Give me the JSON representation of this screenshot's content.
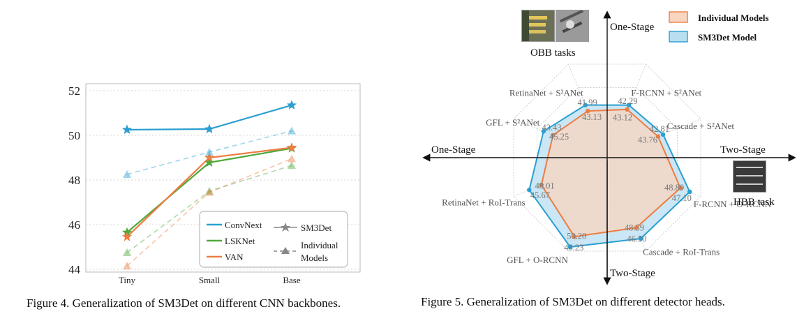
{
  "figure4": {
    "caption": "Figure 4. Generalization of SM3Det on different CNN backbones.",
    "legend": {
      "convnext": "ConvNext",
      "lsknet": "LSKNet",
      "van": "VAN",
      "sm3det": "SM3Det",
      "individual": "Individual Models",
      "individual_l1": "Individual",
      "individual_l2": "Models"
    },
    "chart_data": {
      "type": "line",
      "categories": [
        "Tiny",
        "Small",
        "Base"
      ],
      "ylim": [
        44,
        52
      ],
      "yticks": [
        44,
        46,
        48,
        50,
        52
      ],
      "colors": {
        "ConvNext": "#2a9fd0",
        "LSKNet": "#4ea83a",
        "VAN": "#ed7d41"
      },
      "series": [
        {
          "name": "ConvNext",
          "style": "SM3Det",
          "values": [
            50.25,
            50.28,
            51.35
          ]
        },
        {
          "name": "LSKNet",
          "style": "SM3Det",
          "values": [
            45.65,
            48.78,
            49.42
          ]
        },
        {
          "name": "VAN",
          "style": "SM3Det",
          "values": [
            45.45,
            49.0,
            49.45
          ]
        },
        {
          "name": "ConvNext",
          "style": "Individual Models",
          "values": [
            48.25,
            49.25,
            50.2
          ]
        },
        {
          "name": "LSKNet",
          "style": "Individual Models",
          "values": [
            44.75,
            47.5,
            48.65
          ]
        },
        {
          "name": "VAN",
          "style": "Individual Models",
          "values": [
            44.15,
            47.45,
            48.95
          ]
        }
      ],
      "grid": true,
      "legend_position": "bottom-right"
    }
  },
  "figure5": {
    "caption": "Figure 5. Generalization of SM3Det on different detector heads.",
    "legend": {
      "individual": "Individual Models",
      "sm3det": "SM3Det Model"
    },
    "axis_labels": {
      "top": "One-Stage",
      "bottom": "Two-Stage",
      "left": "One-Stage",
      "right": "Two-Stage"
    },
    "task_labels": {
      "obb": "OBB tasks",
      "hbb": "HBB task"
    },
    "chart_data": {
      "type": "radar",
      "axes": [
        "F-RCNN + S²ANet",
        "Cascade + S²ANet",
        "F-RCNN + O-RCNN",
        "Cascade + RoI-Trans",
        "GFL + O-RCNN",
        "RetinaNet + RoI-Trans",
        "GFL + S²ANet",
        "RetinaNet + S²ANet"
      ],
      "series": [
        {
          "name": "SM3Det Model",
          "color": "#2a9fd0",
          "values": [
            43.12,
            43.76,
            48.89,
            48.59,
            50.2,
            48.01,
            45.25,
            43.13
          ]
        },
        {
          "name": "Individual Models",
          "color": "#ed7d41",
          "values": [
            42.29,
            42.81,
            47.1,
            46.5,
            48.23,
            45.67,
            43.43,
            41.99
          ]
        }
      ],
      "value_labels_outer": [
        "43.12",
        "43.76",
        "48.89",
        "48.59",
        "50.20",
        "48.01",
        "45.25",
        "43.13"
      ],
      "value_labels_inner": [
        "42.29",
        "42.81",
        "47.10",
        "46.50",
        "48.23",
        "45.67",
        "43.43",
        "41.99"
      ]
    }
  }
}
